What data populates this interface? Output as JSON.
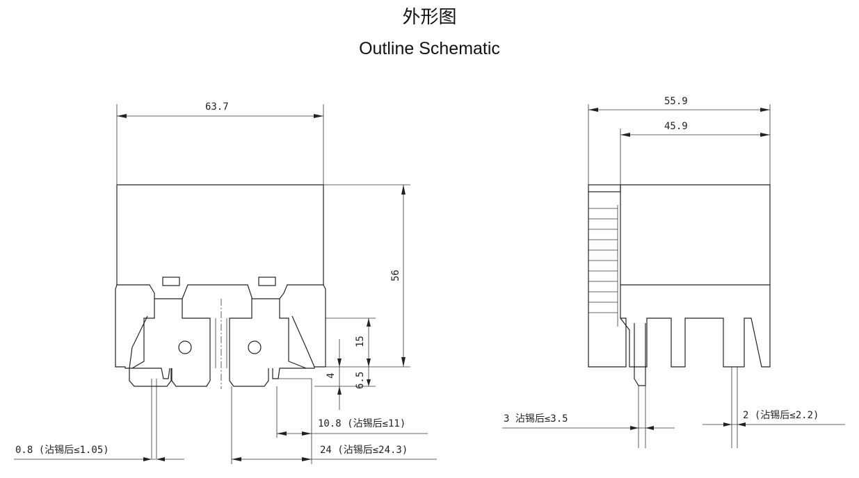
{
  "title": {
    "chinese": "外形图",
    "english": "Outline Schematic"
  },
  "front_view": {
    "width_dim": "63.7",
    "height_dim": "56",
    "terminal_height_dim": "15",
    "base_dim": "6.5",
    "pin_dim": "4",
    "terminal_width_dim": "10.8 (沾锡后≤11)",
    "pin_spacing_dim": "24 (沾锡后≤24.3)",
    "pin_thickness_dim": "0.8 (沾锡后≤1.05)"
  },
  "side_view": {
    "overall_depth_dim": "55.9",
    "body_depth_dim": "45.9",
    "tab_width_dim": "3 沾锡后≤3.5",
    "pin_width_dim": "2 (沾锡后≤2.2)"
  }
}
